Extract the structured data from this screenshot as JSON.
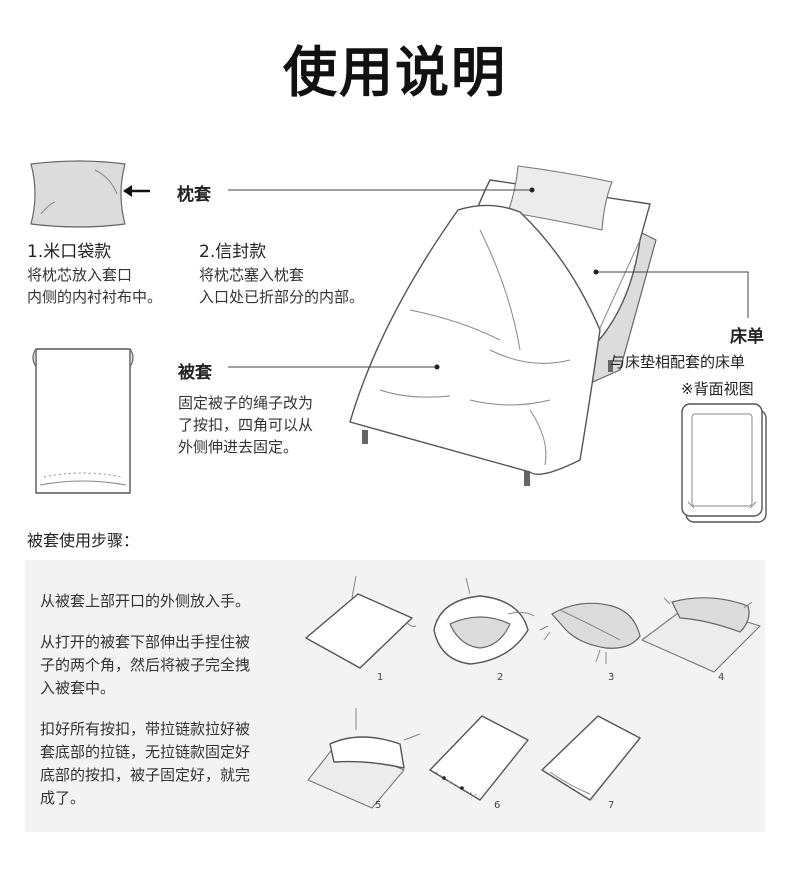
{
  "title": "使用说明",
  "pillowcase": {
    "label": "枕套",
    "style1_title": "1.米口袋款",
    "style1_desc": "将枕芯放入套口\n内侧的内衬衬布中。",
    "style2_title": "2.信封款",
    "style2_desc": "将枕芯塞入枕套\n入口处已折部分的内部。"
  },
  "duvet_cover": {
    "label": "被套",
    "desc": "固定被子的绳子改为\n了按扣，四角可以从\n外侧伸进去固定。"
  },
  "fitted_sheet": {
    "label": "床单",
    "desc": "与床垫相配套的床单",
    "back_view_note": "※背面视图"
  },
  "steps": {
    "heading": "被套使用步骤：",
    "paragraph1": "从被套上部开口的外侧放入手。",
    "paragraph2": "从打开的被套下部伸出手捏住被\n子的两个角，然后将被子完全拽\n入被套中。",
    "paragraph3": "扣好所有按扣，带拉链款拉好被\n套底部的拉链，无拉链款固定好\n底部的按扣，被子固定好，就完\n成了。",
    "numbers": [
      "1",
      "2",
      "3",
      "4",
      "5",
      "6",
      "7"
    ]
  },
  "icons": {
    "arrow": "left-arrow-icon"
  }
}
